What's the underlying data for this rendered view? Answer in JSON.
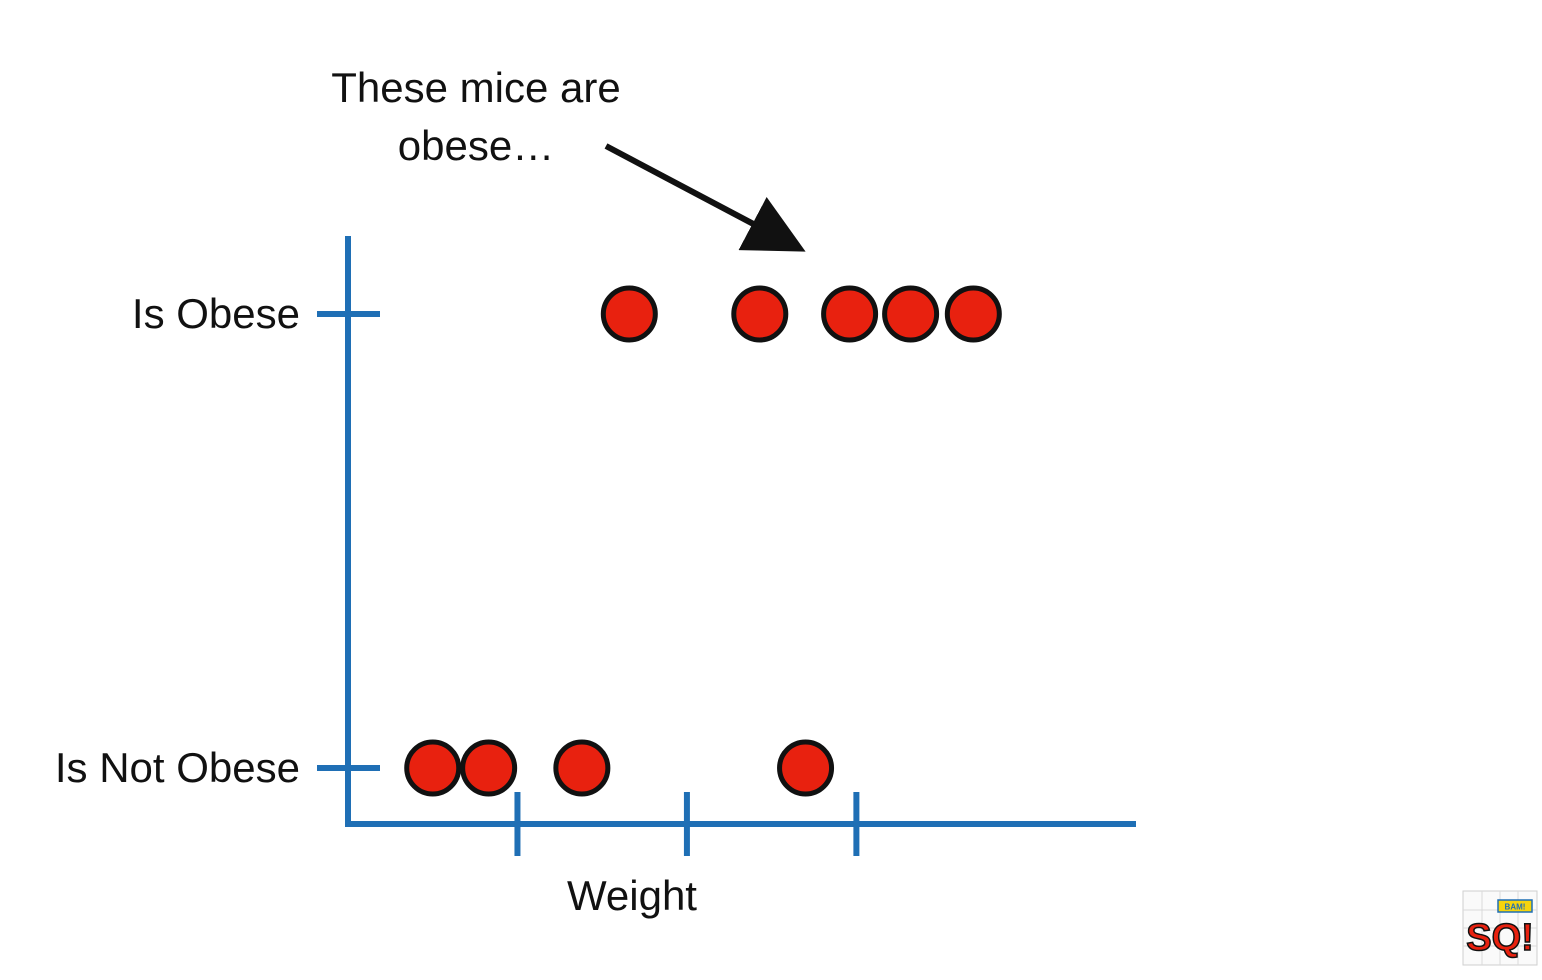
{
  "chart_data": {
    "type": "scatter",
    "xlabel": "Weight",
    "ylabel": "",
    "y_categories": [
      "Is Not Obese",
      "Is Obese"
    ],
    "x_ticks": [
      1,
      2,
      3
    ],
    "xlim": [
      0,
      4.65
    ],
    "grid": false,
    "series": [
      {
        "points": [
          {
            "x": 0.5,
            "y": "Is Not Obese"
          },
          {
            "x": 0.83,
            "y": "Is Not Obese"
          },
          {
            "x": 1.38,
            "y": "Is Not Obese"
          },
          {
            "x": 2.7,
            "y": "Is Not Obese"
          },
          {
            "x": 1.66,
            "y": "Is Obese"
          },
          {
            "x": 2.43,
            "y": "Is Obese"
          },
          {
            "x": 2.96,
            "y": "Is Obese"
          },
          {
            "x": 3.32,
            "y": "Is Obese"
          },
          {
            "x": 3.69,
            "y": "Is Obese"
          }
        ]
      }
    ],
    "annotation": {
      "lines": [
        "These mice are",
        "obese…"
      ],
      "points_to": "Is Obese"
    },
    "colors": {
      "axis": "#1f6fb5",
      "point_fill": "#e8210f",
      "point_stroke": "#111111",
      "text": "#111111"
    }
  },
  "logo": {
    "icon": "statquest-logo-icon",
    "letters": "SQ!",
    "banner": "BAM!"
  }
}
